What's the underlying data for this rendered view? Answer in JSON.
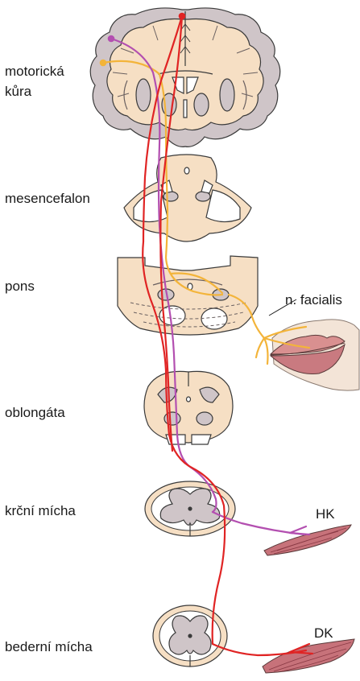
{
  "labels": {
    "motor_cortex_line1": "motorická",
    "motor_cortex_line2": "kůra",
    "mesencephalon": "mesencefalon",
    "pons": "pons",
    "oblongata": "oblongáta",
    "cervical_cord": "krční mícha",
    "lumbar_cord": "bederní mícha",
    "facial_nerve": "n. facialis",
    "upper_limb": "HK",
    "lower_limb": "DK"
  },
  "colors": {
    "tissue_fill": "#f6dfc4",
    "gray_matter": "#cfc5c8",
    "outline": "#3a3a3a",
    "tract_red": "#e02424",
    "tract_purple": "#b34fb0",
    "tract_orange": "#f3b43a",
    "muscle": "#c7727a",
    "lip": "#d99090"
  }
}
